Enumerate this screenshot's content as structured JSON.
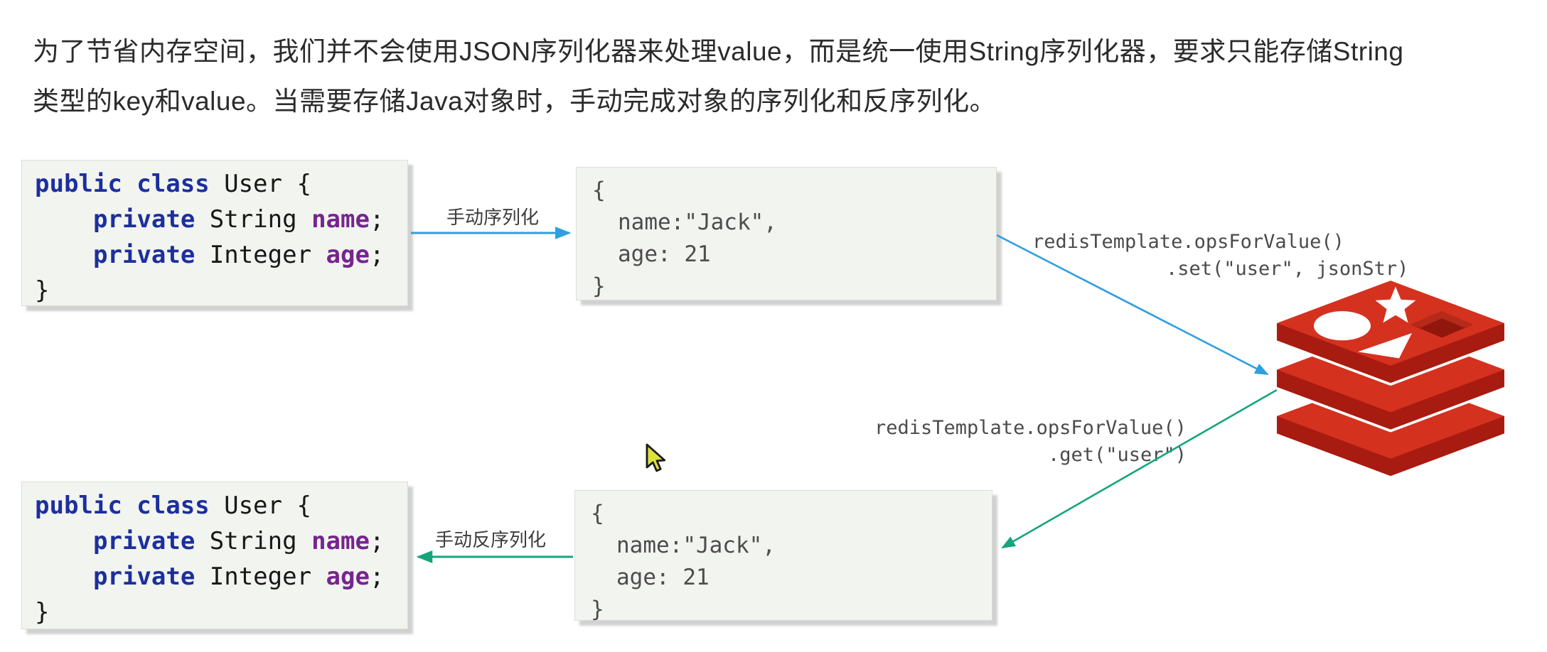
{
  "intro": {
    "line1": "为了节省内存空间，我们并不会使用JSON序列化器来处理value，而是统一使用String序列化器，要求只能存储String",
    "line2": "类型的key和value。当需要存储Java对象时，手动完成对象的序列化和反序列化。"
  },
  "java_code": {
    "line1_keyword": "public class",
    "line1_rest": " User {",
    "line2_keyword": "private",
    "line2_type": " String ",
    "line2_field": "name",
    "line2_end": ";",
    "line3_keyword": "private",
    "line3_type": " Integer ",
    "line3_field": "age",
    "line3_end": ";",
    "line4": "}"
  },
  "json_value": {
    "open_brace": "{",
    "line_name": "name:\"Jack\",",
    "line_age": "age: 21",
    "close_brace": "}"
  },
  "labels": {
    "serialize": "手动序列化",
    "deserialize": "手动反序列化"
  },
  "redis_calls": {
    "set_line1": "redisTemplate.opsForValue()",
    "set_line2": ".set(\"user\", jsonStr)",
    "get_line1": "redisTemplate.opsForValue()",
    "get_line2": ".get(\"user\")"
  },
  "icons": {
    "redis": "redis-stack-database-logo",
    "cursor": "yellow-mouse-pointer"
  },
  "colors": {
    "arrow_blue": "#2f9fe0",
    "arrow_green": "#14a57c",
    "keyword_blue": "#1c2f9e",
    "field_purple": "#76258f",
    "redis_red": "#d5311f",
    "redis_dark_red": "#a81b10",
    "box_background": "#f2f4ef",
    "intro_text": "#2b2b2b",
    "code_text": "#4d4d4d",
    "cursor_yellow": "#dce23c"
  }
}
